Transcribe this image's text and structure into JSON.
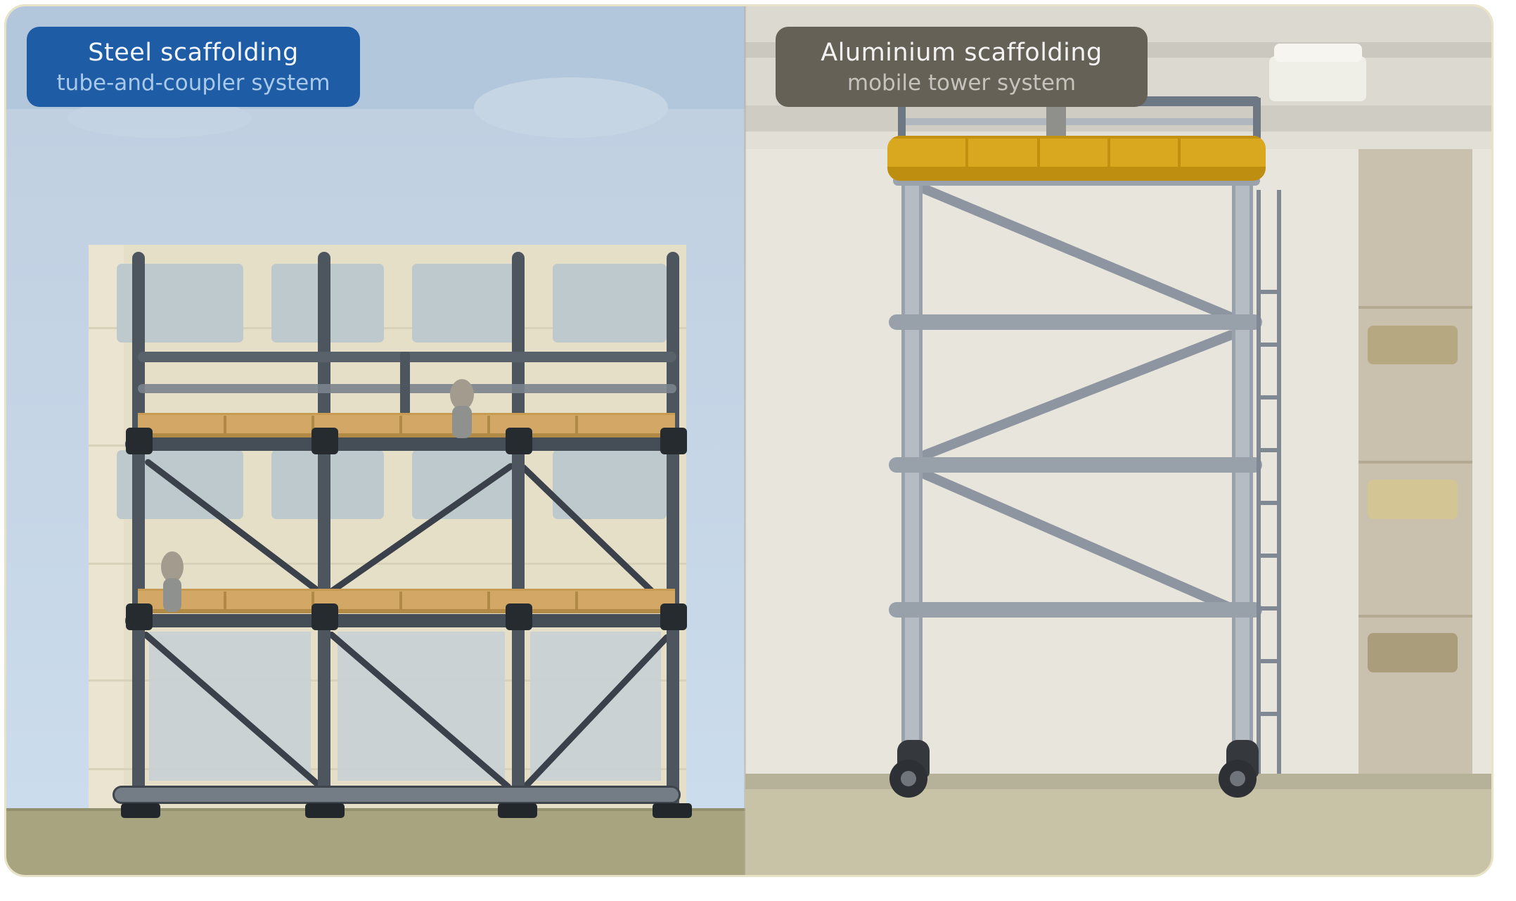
{
  "badges": {
    "steel": {
      "title": "Steel scaffolding",
      "subtitle": "tube-and-coupler system"
    },
    "aluminium": {
      "title": "Aluminium scaffolding",
      "subtitle": "mobile tower system"
    }
  },
  "colors": {
    "steel-badge-bg": "#1e5ca6",
    "steel-badge-title": "#f2f6fb",
    "steel-badge-subtitle": "#a9c9e9",
    "alu-badge-bg": "#656157",
    "alu-badge-title": "#f4f3f1",
    "alu-badge-subtitle": "#c6c3bc",
    "sky": "#b2c7dc",
    "facade": "#e6dfc8",
    "window-glass": "#bec9cd",
    "steel-tube": "#4d565f",
    "wood-plank": "#d3a766",
    "alu-tube": "#98a0aa",
    "alu-leg": "#b6bcc4",
    "alu-platform": "#d9a81f",
    "indoor-wall": "#e8e5dd",
    "indoor-floor": "#c8c2a7",
    "door": "#c9c0ae",
    "ground": "#a9a480",
    "caster": "#2d3135"
  }
}
